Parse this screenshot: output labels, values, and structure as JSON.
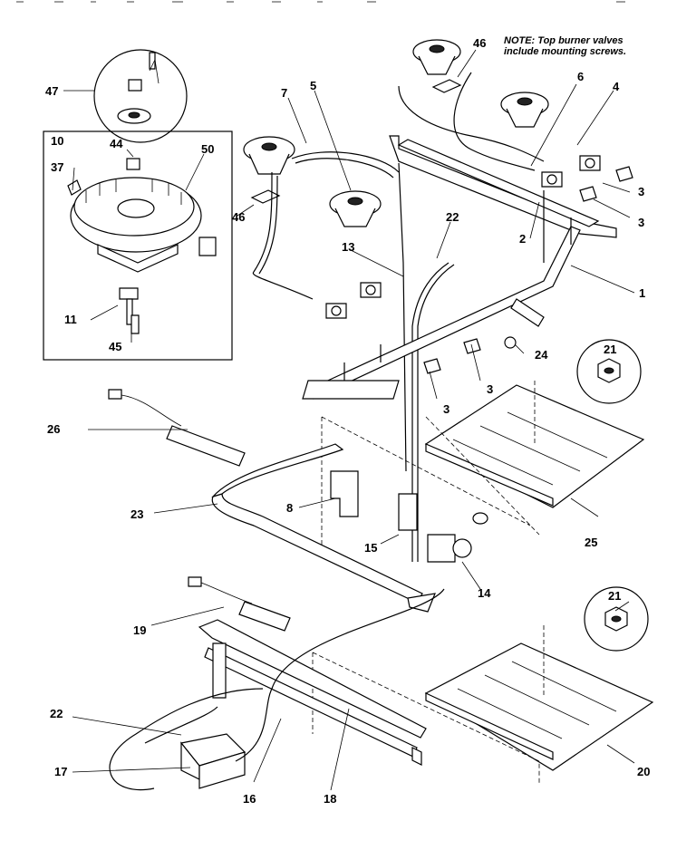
{
  "note": {
    "line1": "NOTE: Top burner valves",
    "line2": "include mounting screws."
  },
  "labels": [
    {
      "id": "p47",
      "text": "47"
    },
    {
      "id": "p10",
      "text": "10"
    },
    {
      "id": "p44",
      "text": "44"
    },
    {
      "id": "p50",
      "text": "50"
    },
    {
      "id": "p37",
      "text": "37"
    },
    {
      "id": "p11",
      "text": "11"
    },
    {
      "id": "p45",
      "text": "45"
    },
    {
      "id": "p7",
      "text": "7"
    },
    {
      "id": "p5",
      "text": "5"
    },
    {
      "id": "p46a",
      "text": "46"
    },
    {
      "id": "p46b",
      "text": "46"
    },
    {
      "id": "p6",
      "text": "6"
    },
    {
      "id": "p4",
      "text": "4"
    },
    {
      "id": "p3a",
      "text": "3"
    },
    {
      "id": "p3b",
      "text": "3"
    },
    {
      "id": "p3c",
      "text": "3"
    },
    {
      "id": "p3d",
      "text": "3"
    },
    {
      "id": "p22a",
      "text": "22"
    },
    {
      "id": "p2",
      "text": "2"
    },
    {
      "id": "p13",
      "text": "13"
    },
    {
      "id": "p1",
      "text": "1"
    },
    {
      "id": "p24",
      "text": "24"
    },
    {
      "id": "p21a",
      "text": "21"
    },
    {
      "id": "p26",
      "text": "26"
    },
    {
      "id": "p8",
      "text": "8"
    },
    {
      "id": "p23",
      "text": "23"
    },
    {
      "id": "p15",
      "text": "15"
    },
    {
      "id": "p14",
      "text": "14"
    },
    {
      "id": "p25",
      "text": "25"
    },
    {
      "id": "p21b",
      "text": "21"
    },
    {
      "id": "p19",
      "text": "19"
    },
    {
      "id": "p22b",
      "text": "22"
    },
    {
      "id": "p17",
      "text": "17"
    },
    {
      "id": "p16",
      "text": "16"
    },
    {
      "id": "p18",
      "text": "18"
    },
    {
      "id": "p20",
      "text": "20"
    }
  ]
}
